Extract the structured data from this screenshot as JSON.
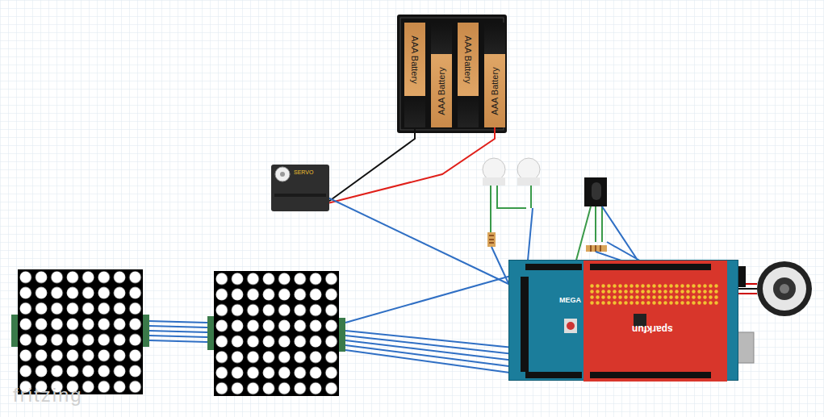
{
  "diagram": {
    "nodes": [
      {
        "text": [
          "AAA Battery"
        ]
      },
      {
        "text": [
          "AAA Battery"
        ]
      },
      {
        "text": [
          "AAA Battery"
        ]
      },
      {
        "text": [
          "AAA Battery"
        ]
      },
      {
        "text": [
          "SERVO"
        ]
      },
      {
        "text": [
          "MEGA"
        ]
      },
      {
        "text": [
          "sparkfun"
        ],
        "in": 5
      }
    ],
    "edges": [
      {
        "from": 0,
        "to": 4,
        "arrow": "none"
      },
      {
        "from": 3,
        "to": 4,
        "arrow": "none"
      },
      {
        "from": 4,
        "to": 5,
        "arrow": "none"
      }
    ],
    "labels": [
      "fritzing"
    ]
  }
}
